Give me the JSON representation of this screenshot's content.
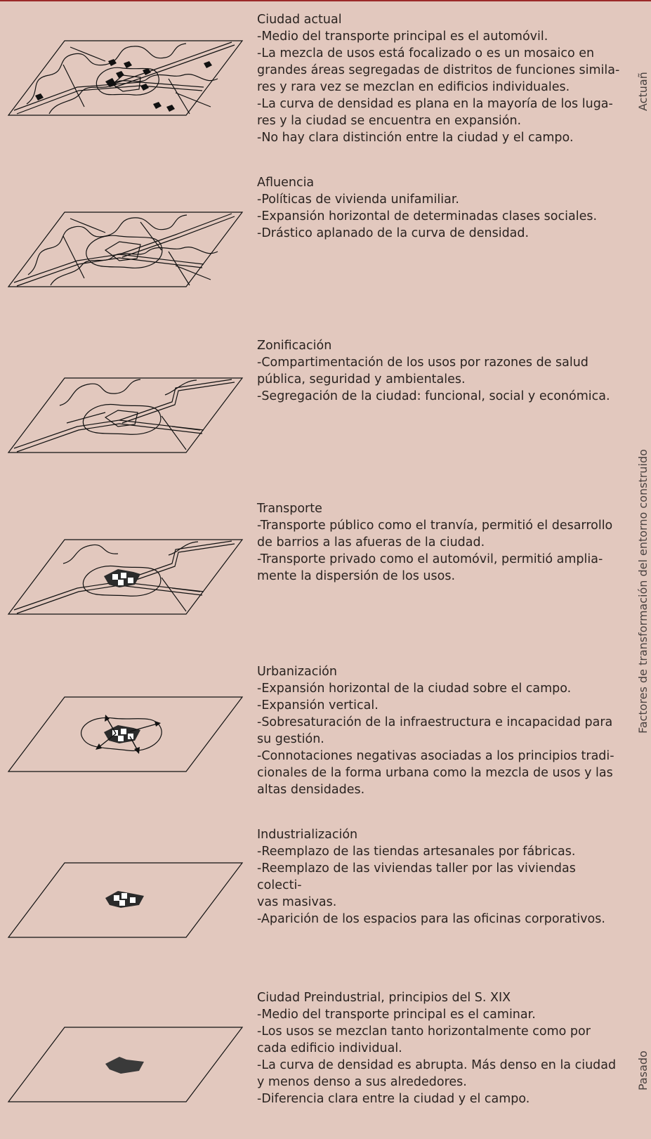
{
  "stages": [
    {
      "title": "Ciudad actual",
      "lines": [
        "-Medio del transporte principal es el automóvil.",
        "-La mezcla de usos está focalizado o es un mosaico en",
        "grandes áreas segregadas de distritos de funciones simila-",
        "res y rara vez se mezclan en edificios individuales.",
        "-La curva de densidad es plana en la mayoría de los luga-",
        "res y la ciudad se encuentra en expansión.",
        "-No hay clara distinción entre la ciudad y el campo."
      ]
    },
    {
      "title": "Afluencia",
      "lines": [
        "-Políticas de vivienda unifamiliar.",
        "-Expansión horizontal de determinadas clases sociales.",
        "-Drástico aplanado de la curva de densidad."
      ]
    },
    {
      "title": "Zonificación",
      "lines": [
        "-Compartimentación de los usos por razones de salud",
        "pública, seguridad y ambientales.",
        "-Segregación  de la ciudad: funcional, social y económica."
      ]
    },
    {
      "title": "Transporte",
      "lines": [
        "-Transporte público como el tranvía, permitió el desarrollo",
        "de barrios a las afueras de la ciudad.",
        "-Transporte privado como el automóvil, permitió amplia-",
        "mente la dispersión de los usos."
      ]
    },
    {
      "title": "Urbanización",
      "lines": [
        "-Expansión horizontal de la ciudad sobre el campo.",
        "-Expansión vertical.",
        "-Sobresaturación de la infraestructura e incapacidad para",
        "su gestión.",
        "-Connotaciones negativas asociadas a los principios tradi-",
        "cionales de la forma urbana como la mezcla de usos y las",
        "altas densidades."
      ]
    },
    {
      "title": "Industrialización",
      "lines": [
        "-Reemplazo de las tiendas artesanales por fábricas.",
        "-Reemplazo de las viviendas taller por las viviendas colecti-",
        "vas masivas.",
        "-Aparición de los espacios para las oficinas corporativos."
      ]
    },
    {
      "title": "Ciudad Preindustrial, principios del S. XIX",
      "lines": [
        "-Medio del transporte principal es el caminar.",
        "-Los usos se mezclan tanto horizontalmente como por",
        "cada edificio individual.",
        "-La curva de densidad es abrupta. Más denso en la ciudad",
        "y menos denso a sus alrededores.",
        "-Diferencia clara entre la ciudad y el campo."
      ]
    }
  ],
  "side_labels": {
    "top": "Actuañ",
    "middle": "Factores de transformación del entorno construido",
    "bottom": "Pasado"
  },
  "colors": {
    "background": "#e2c8be",
    "top_rule": "#9c2a2a",
    "ink": "#2a2320"
  }
}
